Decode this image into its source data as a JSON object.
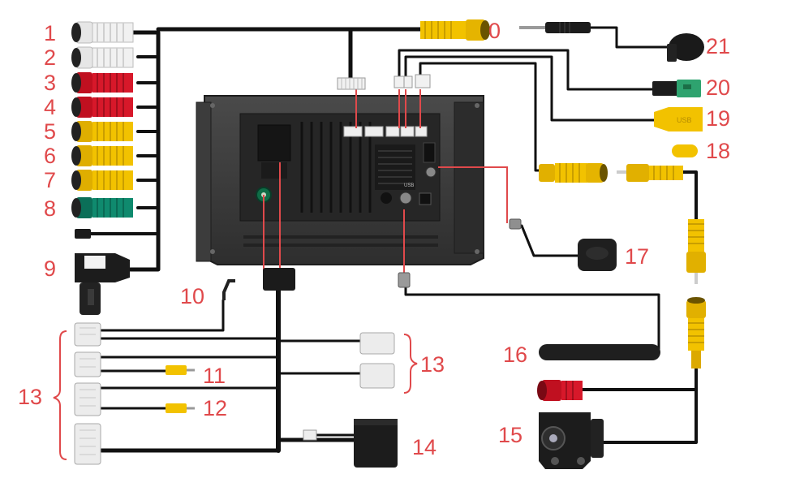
{
  "labels": {
    "n0": "0",
    "n1": "1",
    "n2": "2",
    "n3": "3",
    "n4": "4",
    "n5": "5",
    "n6": "6",
    "n7": "7",
    "n8": "8",
    "n9": "9",
    "n10": "10",
    "n11": "11",
    "n12": "12",
    "n13_left": "13",
    "n13_right": "13",
    "n14": "14",
    "n15": "15",
    "n16": "16",
    "n17": "17",
    "n18": "18",
    "n19": "19",
    "n20": "20",
    "n21": "21"
  },
  "usb_text": "USB",
  "colors": {
    "label": "#e0494b",
    "cable": "#111111",
    "unit": "#3a3a3a",
    "rca_white": "#f1f1f1",
    "rca_red": "#d7182a",
    "rca_yellow": "#f2c200",
    "rca_green": "#0f8a6e"
  }
}
